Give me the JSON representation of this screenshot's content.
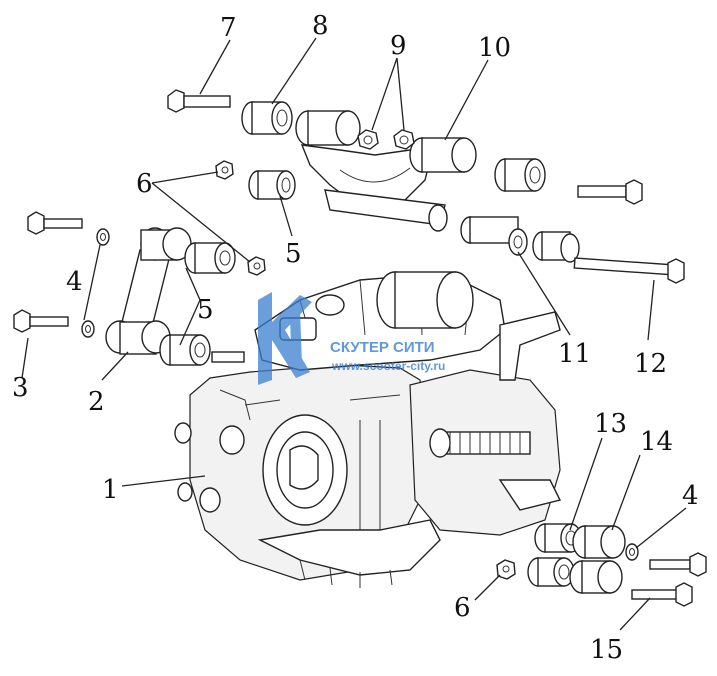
{
  "callouts": [
    {
      "id": "7",
      "label": "7"
    },
    {
      "id": "8",
      "label": "8"
    },
    {
      "id": "9",
      "label": "9"
    },
    {
      "id": "10",
      "label": "10"
    },
    {
      "id": "6a",
      "label": "6"
    },
    {
      "id": "5a",
      "label": "5"
    },
    {
      "id": "4a",
      "label": "4"
    },
    {
      "id": "5b",
      "label": "5"
    },
    {
      "id": "3",
      "label": "3"
    },
    {
      "id": "2",
      "label": "2"
    },
    {
      "id": "11",
      "label": "11"
    },
    {
      "id": "12",
      "label": "12"
    },
    {
      "id": "13",
      "label": "13"
    },
    {
      "id": "14",
      "label": "14"
    },
    {
      "id": "1",
      "label": "1"
    },
    {
      "id": "4b",
      "label": "4"
    },
    {
      "id": "6b",
      "label": "6"
    },
    {
      "id": "15",
      "label": "15"
    }
  ],
  "watermark": {
    "line1": "СКУТЕР СИТИ",
    "line2": "www.scooter-city.ru",
    "color": "#3a7fd0"
  },
  "colors": {
    "ink": "#222222",
    "background": "#ffffff"
  }
}
